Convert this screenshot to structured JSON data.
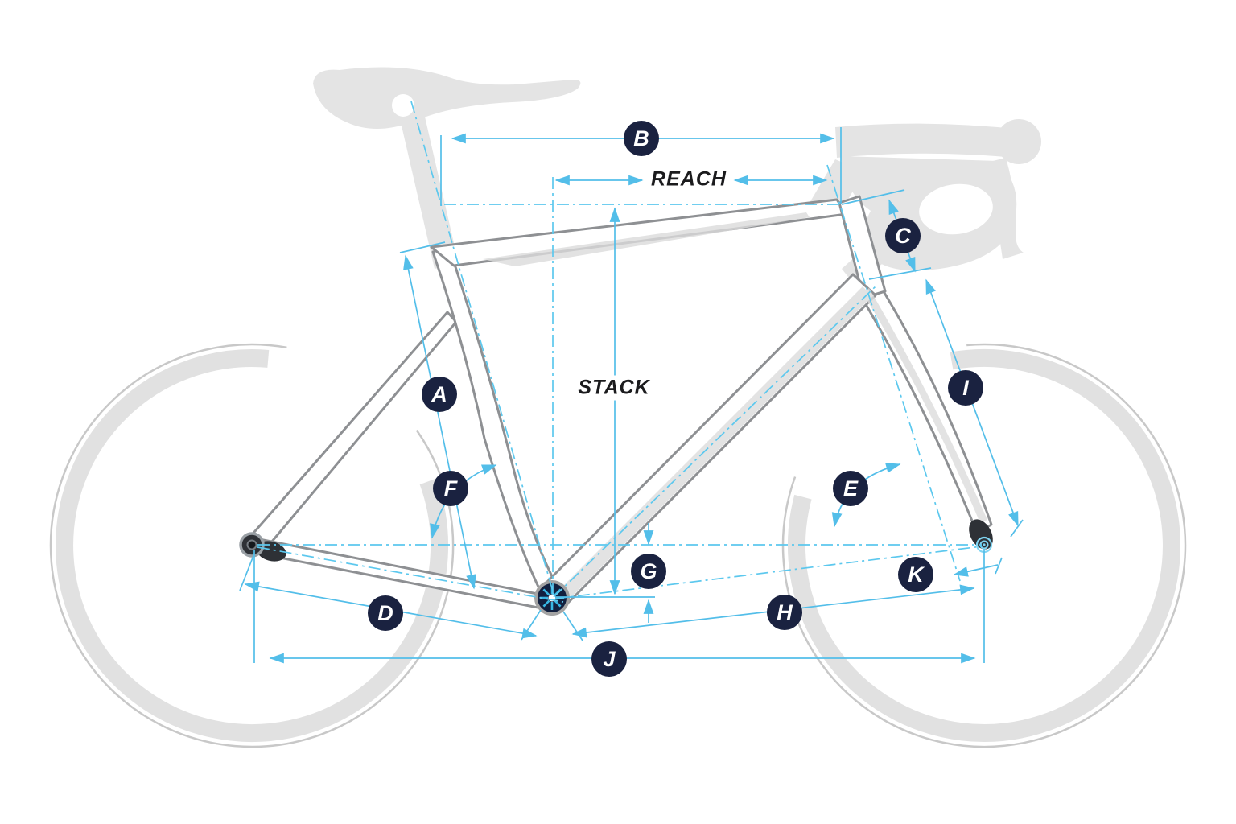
{
  "diagram": {
    "reach_label": "REACH",
    "stack_label": "STACK",
    "badges": {
      "A": "A",
      "B": "B",
      "C": "C",
      "D": "D",
      "E": "E",
      "F": "F",
      "G": "G",
      "H": "H",
      "I": "I",
      "J": "J",
      "K": "K"
    },
    "colors": {
      "dimension_line": "#53BEE9",
      "construction_line": "#5CC8EE",
      "badge_background": "#1A2240",
      "badge_text": "#FFFFFF",
      "annotation_text": "#1B1B1D",
      "frame_outline": "#8E9093",
      "silhouette": "#E4E4E4",
      "wheel_arc_thin": "#C8C8C8",
      "wheel_arc_thick": "#E1E1E1",
      "dropout_dark": "#2E3136",
      "hub_spoke": "#38B6E3",
      "background": "#FFFFFF"
    }
  }
}
